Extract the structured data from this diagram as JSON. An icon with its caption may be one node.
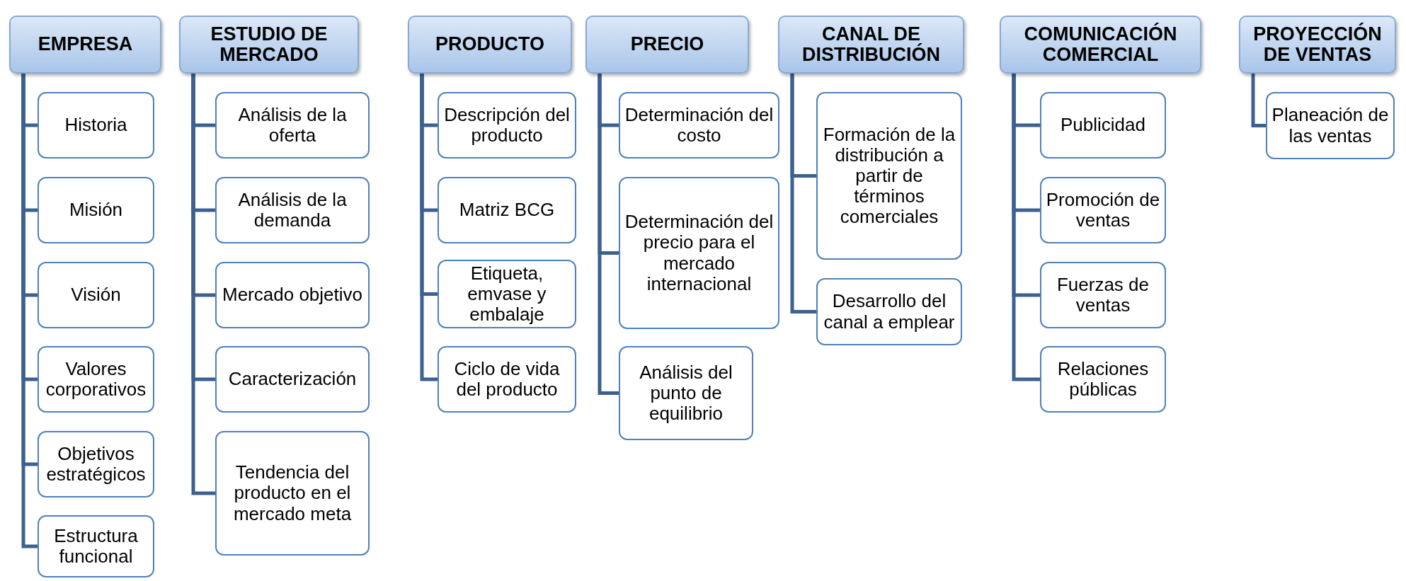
{
  "diagram": {
    "nodes": [
      {
        "text": [
          "EMPRESA"
        ]
      },
      {
        "text": [
          "Historia"
        ]
      },
      {
        "text": [
          "Misión"
        ]
      },
      {
        "text": [
          "Visión"
        ]
      },
      {
        "text": [
          "Valores corporativos"
        ]
      },
      {
        "text": [
          "Objetivos estratégicos"
        ]
      },
      {
        "text": [
          "Estructura funcional"
        ]
      },
      {
        "text": [
          "ESTUDIO DE MERCADO"
        ]
      },
      {
        "text": [
          "Análisis de la oferta"
        ]
      },
      {
        "text": [
          "Análisis de la demanda"
        ]
      },
      {
        "text": [
          "Mercado objetivo"
        ]
      },
      {
        "text": [
          "Caracterización"
        ]
      },
      {
        "text": [
          "Tendencia del producto en el mercado meta"
        ]
      },
      {
        "text": [
          "PRODUCTO"
        ]
      },
      {
        "text": [
          "Descripción del producto"
        ]
      },
      {
        "text": [
          "Matriz BCG"
        ]
      },
      {
        "text": [
          "Etiqueta, emvase y embalaje"
        ]
      },
      {
        "text": [
          "Ciclo de vida del producto"
        ]
      },
      {
        "text": [
          "PRECIO"
        ]
      },
      {
        "text": [
          "Determinación del costo"
        ]
      },
      {
        "text": [
          "Determinación del precio para el mercado internacional"
        ]
      },
      {
        "text": [
          "Análisis del punto de equilibrio"
        ]
      },
      {
        "text": [
          "CANAL DE DISTRIBUCIÓN"
        ]
      },
      {
        "text": [
          "Formación de la distribución a partir de términos comerciales"
        ]
      },
      {
        "text": [
          "Desarrollo del canal a emplear"
        ]
      },
      {
        "text": [
          "COMUNICACIÓN COMERCIAL"
        ]
      },
      {
        "text": [
          "Publicidad"
        ]
      },
      {
        "text": [
          "Promoción de ventas"
        ]
      },
      {
        "text": [
          "Fuerzas de ventas"
        ]
      },
      {
        "text": [
          "Relaciones públicas"
        ]
      },
      {
        "text": [
          "PROYECCIÓN DE VENTAS"
        ]
      },
      {
        "text": [
          "Planeación de las ventas"
        ]
      }
    ],
    "edges": [
      {
        "from": 0,
        "to": 1,
        "arrow": "none"
      },
      {
        "from": 0,
        "to": 2,
        "arrow": "none"
      },
      {
        "from": 0,
        "to": 3,
        "arrow": "none"
      },
      {
        "from": 0,
        "to": 4,
        "arrow": "none"
      },
      {
        "from": 0,
        "to": 5,
        "arrow": "none"
      },
      {
        "from": 0,
        "to": 6,
        "arrow": "none"
      },
      {
        "from": 7,
        "to": 8,
        "arrow": "none"
      },
      {
        "from": 7,
        "to": 9,
        "arrow": "none"
      },
      {
        "from": 7,
        "to": 10,
        "arrow": "none"
      },
      {
        "from": 7,
        "to": 11,
        "arrow": "none"
      },
      {
        "from": 7,
        "to": 12,
        "arrow": "none"
      },
      {
        "from": 13,
        "to": 14,
        "arrow": "none"
      },
      {
        "from": 13,
        "to": 15,
        "arrow": "none"
      },
      {
        "from": 13,
        "to": 16,
        "arrow": "none"
      },
      {
        "from": 13,
        "to": 17,
        "arrow": "none"
      },
      {
        "from": 18,
        "to": 19,
        "arrow": "none"
      },
      {
        "from": 18,
        "to": 20,
        "arrow": "none"
      },
      {
        "from": 18,
        "to": 21,
        "arrow": "none"
      },
      {
        "from": 22,
        "to": 23,
        "arrow": "none"
      },
      {
        "from": 22,
        "to": 24,
        "arrow": "none"
      },
      {
        "from": 25,
        "to": 26,
        "arrow": "none"
      },
      {
        "from": 25,
        "to": 27,
        "arrow": "none"
      },
      {
        "from": 25,
        "to": 28,
        "arrow": "none"
      },
      {
        "from": 25,
        "to": 29,
        "arrow": "none"
      },
      {
        "from": 30,
        "to": 31,
        "arrow": "none"
      }
    ]
  }
}
